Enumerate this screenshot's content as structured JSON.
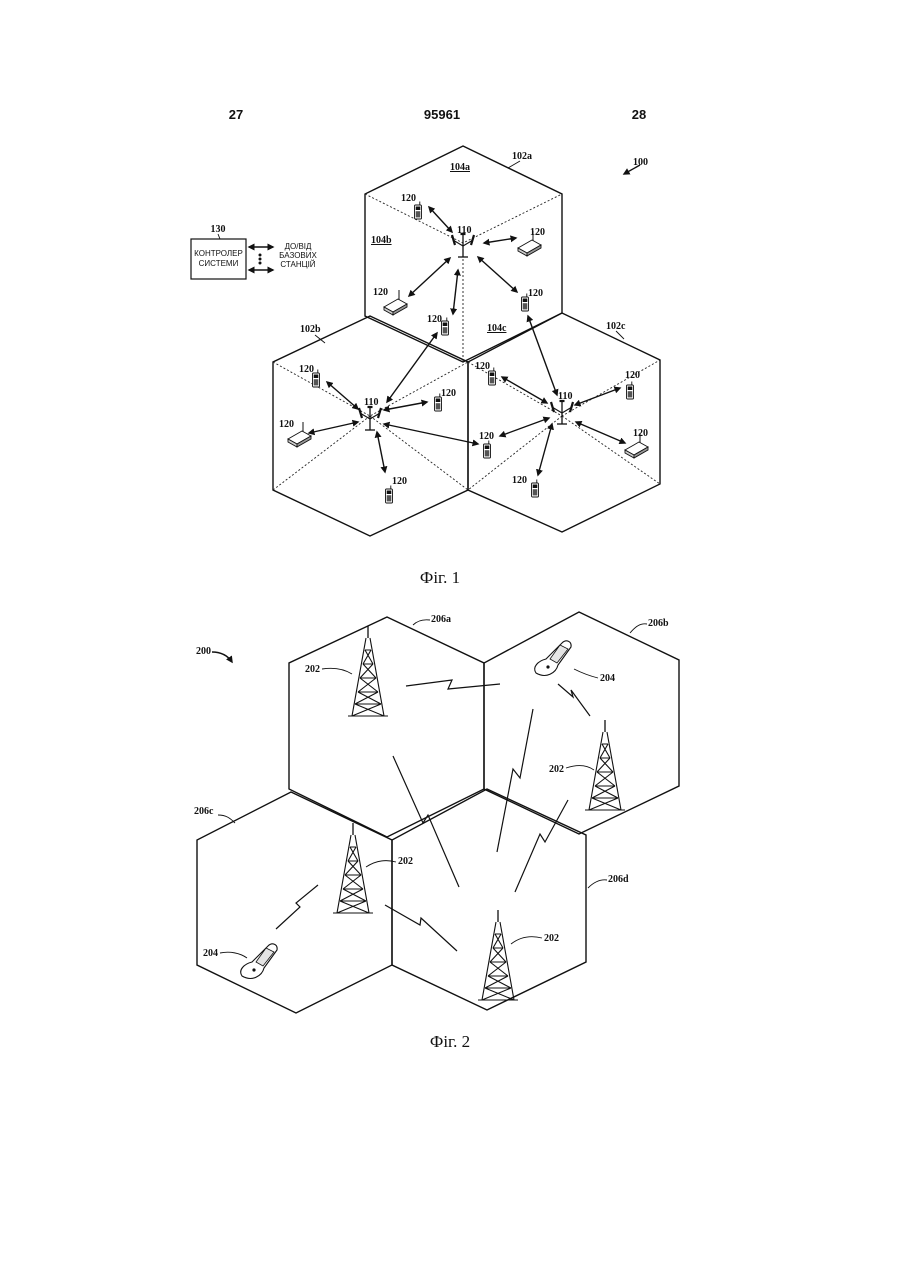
{
  "header": {
    "page_left": "27",
    "patent_number": "95961",
    "page_right": "28"
  },
  "figure1": {
    "caption": "Фіг. 1",
    "system_ref": "100",
    "controller": {
      "ref": "130",
      "line1": "КОНТРОЛЕР",
      "line2": "СИСТЕМИ"
    },
    "to_from": {
      "line1": "ДО/ВІД",
      "line2": "БАЗОВИХ",
      "line3": "СТАНЦІЙ"
    },
    "cells": [
      "102a",
      "102b",
      "102c"
    ],
    "sectors": [
      "104a",
      "104b",
      "104c"
    ],
    "base_station_ref": "110",
    "terminal_ref": "120"
  },
  "figure2": {
    "caption": "Фіг. 2",
    "system_ref": "200",
    "cells": [
      "206a",
      "206b",
      "206c",
      "206d"
    ],
    "tower_ref": "202",
    "device_ref": "204"
  }
}
